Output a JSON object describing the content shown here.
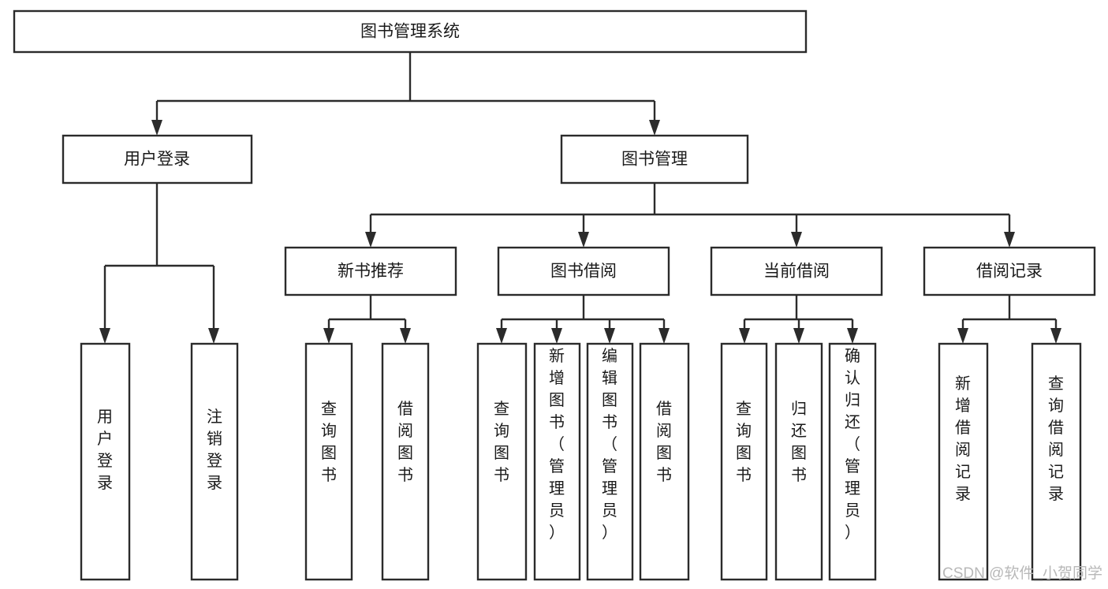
{
  "diagram": {
    "title": "图书管理系统",
    "type": "tree",
    "orientation": "top-down",
    "colors": {
      "background": "#ffffff",
      "box_stroke": "#2b2b2b",
      "box_fill": "#ffffff",
      "text": "#1a1a1a",
      "watermark": "#b8b8b8"
    },
    "levels": {
      "root": {
        "label": "图书管理系统"
      },
      "level2": [
        {
          "label": "用户登录"
        },
        {
          "label": "图书管理"
        }
      ],
      "level3": [
        {
          "label": "新书推荐"
        },
        {
          "label": "图书借阅"
        },
        {
          "label": "当前借阅"
        },
        {
          "label": "借阅记录"
        }
      ],
      "leaves": {
        "user_login": [
          {
            "label": "用户登录"
          },
          {
            "label": "注销登录"
          }
        ],
        "new_book_recommend": [
          {
            "label": "查询图书"
          },
          {
            "label": "借阅图书"
          }
        ],
        "book_borrow": [
          {
            "label": "查询图书"
          },
          {
            "label": "新增图书（管理员）"
          },
          {
            "label": "编辑图书（管理员）"
          },
          {
            "label": "借阅图书"
          }
        ],
        "current_borrow": [
          {
            "label": "查询图书"
          },
          {
            "label": "归还图书"
          },
          {
            "label": "确认归还（管理员）"
          }
        ],
        "borrow_record": [
          {
            "label": "新增借阅记录"
          },
          {
            "label": "查询借阅记录"
          }
        ]
      }
    }
  },
  "watermark": {
    "text": "CSDN @软件_小贺同学"
  }
}
